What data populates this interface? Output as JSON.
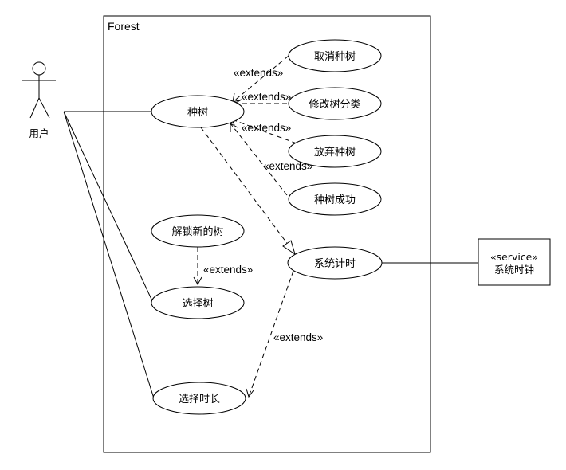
{
  "system": {
    "title": "Forest"
  },
  "actor": {
    "label": "用户"
  },
  "service": {
    "stereotype": "«service»",
    "label": "系统时钟"
  },
  "use_cases": {
    "plant_tree": "种树",
    "cancel_planting": "取消种树",
    "edit_tree_category": "修改树分类",
    "give_up_planting": "放弃种树",
    "planting_success": "种树成功",
    "unlock_new_tree": "解锁新的树",
    "select_tree": "选择树",
    "system_timing": "系统计时",
    "select_duration": "选择时长"
  },
  "relations": {
    "extends_cancel": "«extends»",
    "extends_edit": "«extends»",
    "extends_giveup": "«extends»",
    "extends_success": "«extends»",
    "extends_unlock": "«extends»",
    "extends_timing": "«extends»"
  }
}
